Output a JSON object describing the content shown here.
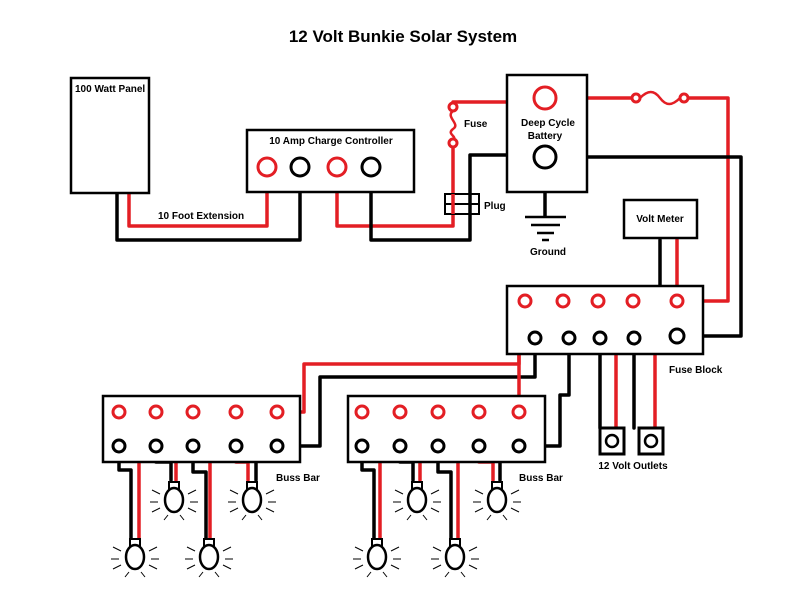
{
  "title": "12 Volt Bunkie Solar System",
  "labels": {
    "panel": "100 Watt Panel",
    "controller": "10 Amp Charge Controller",
    "extension": "10 Foot Extension",
    "fuse": "Fuse",
    "battery_line1": "Deep Cycle",
    "battery_line2": "Battery",
    "plug": "Plug",
    "ground": "Ground",
    "volt_meter": "Volt Meter",
    "fuse_block": "Fuse Block",
    "buss_bar_left": "Buss Bar",
    "buss_bar_right": "Buss Bar",
    "outlets": "12 Volt Outlets"
  },
  "colors": {
    "positive": "#e31e24",
    "negative": "#000000",
    "background": "#ffffff"
  }
}
